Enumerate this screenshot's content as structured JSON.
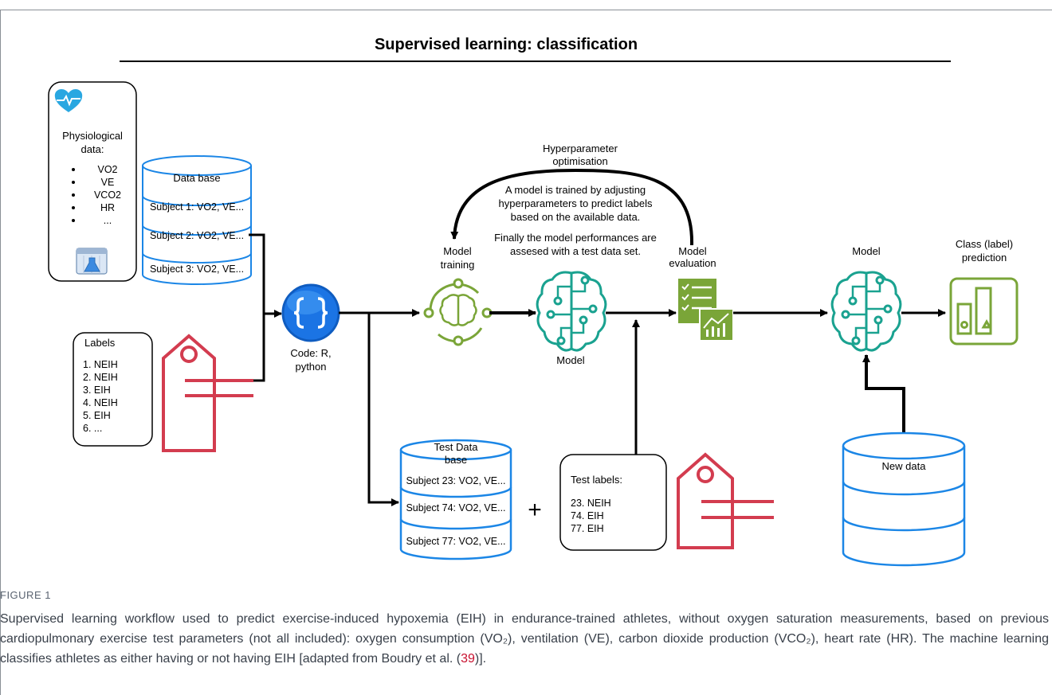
{
  "title": "Supervised learning: classification",
  "physio": {
    "heading_line1": "Physiological",
    "heading_line2": "data:",
    "items": [
      "VO2",
      "VE",
      "VCO2",
      "HR",
      "..."
    ]
  },
  "database": {
    "label": "Data base",
    "rows": [
      "Subject 1: VO2, VE...",
      "Subject 2: VO2, VE...",
      "Subject 3: VO2, VE..."
    ]
  },
  "labels": {
    "heading": "Labels",
    "items": [
      "1.  NEIH",
      "2.  NEIH",
      "3.  EIH",
      "4.  NEIH",
      "5.  EIH",
      "6.  ..."
    ]
  },
  "code": {
    "line1": "Code: R,",
    "line2": "python"
  },
  "hyperparameter": {
    "line1": "Hyperparameter",
    "line2": "optimisation",
    "desc1": "A model is trained by adjusting",
    "desc2": "hyperparameters to predict labels",
    "desc3": "based on the available data.",
    "desc4": "Finally the model performances are",
    "desc5": "assesed with a test data set."
  },
  "training": {
    "line1": "Model",
    "line2": "training"
  },
  "model_mid": "Model",
  "evaluation": {
    "line1": "Model",
    "line2": "evaluation"
  },
  "model_right": "Model",
  "prediction": {
    "line1": "Class (label)",
    "line2": "prediction"
  },
  "test_db": {
    "label1": "Test Data",
    "label2": "base",
    "rows": [
      "Subject 23: VO2, VE...",
      "Subject 74: VO2, VE...",
      "Subject 77: VO2, VE..."
    ]
  },
  "plus": "+",
  "test_labels": {
    "heading": "Test labels:",
    "items": [
      "23. NEIH",
      "74. EIH",
      "77. EIH"
    ]
  },
  "new_data": "New data",
  "caption": {
    "label": "FIGURE 1",
    "text": "Supervised learning workflow used to predict exercise-induced hypoxemia (EIH) in endurance-trained athletes, without oxygen saturation measurements, based on previous cardiopulmonary exercise test parameters (not all included): oxygen consumption (VO₂), ventilation (VE), carbon dioxide production (VCO₂), heart rate (HR). The machine learning classifies athletes as either having or not having EIH [adapted from Boudry et al. (",
    "ref": "39",
    "text_end": ")]."
  },
  "colors": {
    "blue": "#1b86e6",
    "red": "#d33c4f",
    "teal": "#1aa290",
    "green": "#7aa538",
    "line": "#000000"
  },
  "icons": [
    "heart-pulse-icon",
    "lab-calendar-icon",
    "price-tag-icon",
    "code-braces-icon",
    "brain-cycle-icon",
    "brain-circuit-icon",
    "checklist-chart-icon",
    "bar-chart-icon",
    "database-icon"
  ]
}
